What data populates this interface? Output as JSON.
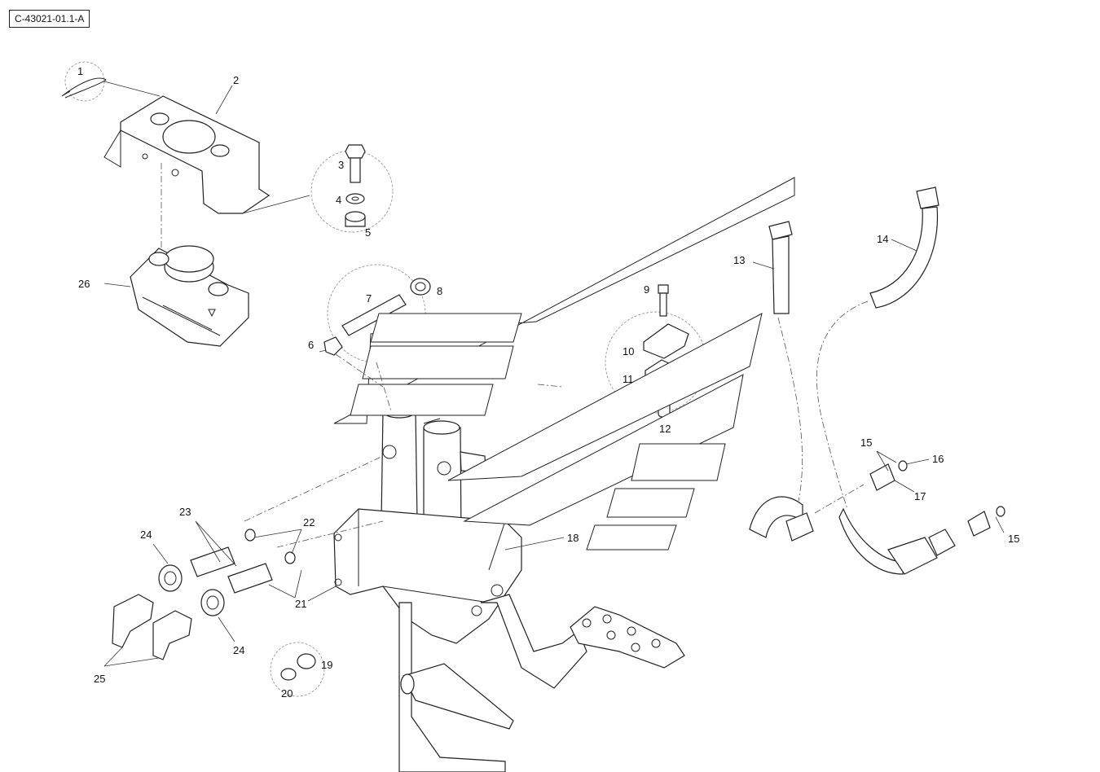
{
  "drawing_ref": "C-43021-01.1-A",
  "callouts": [
    {
      "id": "c1",
      "text": "1"
    },
    {
      "id": "c2",
      "text": "2"
    },
    {
      "id": "c3",
      "text": "3"
    },
    {
      "id": "c4",
      "text": "4"
    },
    {
      "id": "c5",
      "text": "5"
    },
    {
      "id": "c6",
      "text": "6"
    },
    {
      "id": "c7",
      "text": "7"
    },
    {
      "id": "c8",
      "text": "8"
    },
    {
      "id": "c9",
      "text": "9"
    },
    {
      "id": "c10",
      "text": "10"
    },
    {
      "id": "c11",
      "text": "11"
    },
    {
      "id": "c12",
      "text": "12"
    },
    {
      "id": "c13",
      "text": "13"
    },
    {
      "id": "c14",
      "text": "14"
    },
    {
      "id": "c15a",
      "text": "15"
    },
    {
      "id": "c15b",
      "text": "15"
    },
    {
      "id": "c16",
      "text": "16"
    },
    {
      "id": "c17",
      "text": "17"
    },
    {
      "id": "c18",
      "text": "18"
    },
    {
      "id": "c19",
      "text": "19"
    },
    {
      "id": "c20",
      "text": "20"
    },
    {
      "id": "c21",
      "text": "21"
    },
    {
      "id": "c22",
      "text": "22"
    },
    {
      "id": "c23",
      "text": "23"
    },
    {
      "id": "c24a",
      "text": "24"
    },
    {
      "id": "c24b",
      "text": "24"
    },
    {
      "id": "c25",
      "text": "25"
    },
    {
      "id": "c26",
      "text": "26"
    }
  ]
}
